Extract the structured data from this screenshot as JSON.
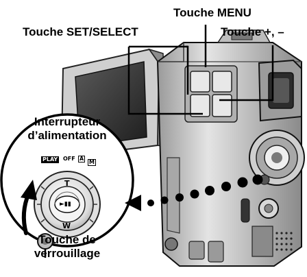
{
  "labels": {
    "menu": "Touche MENU",
    "set_select": "Touche SET/SELECT",
    "plus_minus": "Touche +, –",
    "power_line1": "Interrupteur",
    "power_line2": "d’alimentation",
    "lock_line1": "Touche de",
    "lock_line2": "verrouillage"
  },
  "dial": {
    "play": "PLAY",
    "off": "OFF",
    "auto": "A",
    "manual": "M",
    "tele": "T",
    "wide": "W",
    "play_pause": "►▮▮"
  },
  "colors": {
    "ink": "#000000",
    "body_light": "#d6d6d6",
    "body_dark": "#555555",
    "screen": "#3a3a3a"
  }
}
